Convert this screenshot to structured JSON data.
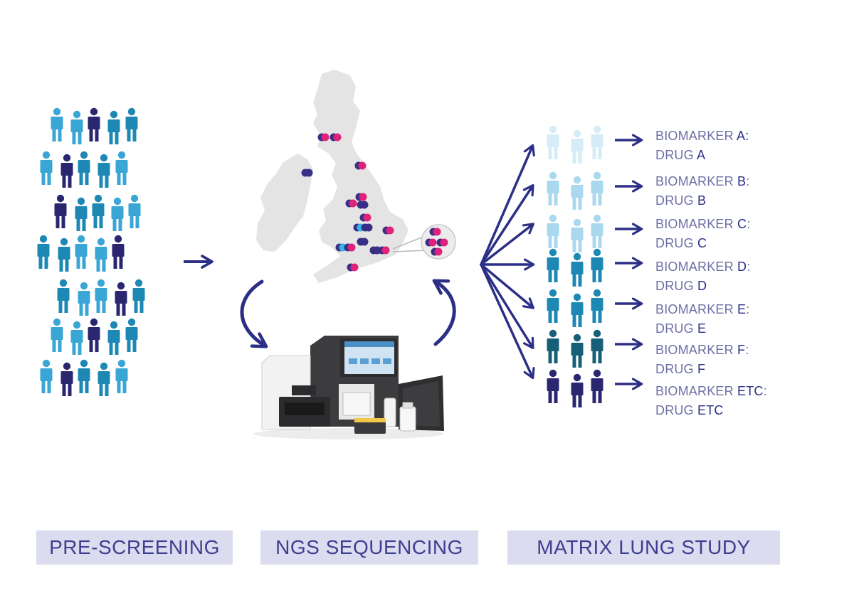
{
  "colors": {
    "navy": "#2b2f86",
    "very_light_blue": "#d6ecf7",
    "light_blue": "#a9d8ef",
    "sky_blue": "#3aa6d6",
    "teal_blue": "#1e88b4",
    "dark_teal": "#175f78",
    "dark_navy": "#2a2770",
    "map_grey": "#e4e4e4",
    "site_pink": "#e0237a",
    "site_purple": "#3a2f86",
    "site_cyan": "#35b4e8",
    "stage_bg": "#dcdcf0"
  },
  "biomarkers": [
    {
      "prefix": "BIOMARKER ",
      "letter": "A",
      "sep": ":",
      "drug_prefix": "DRUG ",
      "drug": "A",
      "person_color": "very_light_blue"
    },
    {
      "prefix": "BIOMARKER ",
      "letter": "B",
      "sep": ":",
      "drug_prefix": "DRUG ",
      "drug": "B",
      "person_color": "light_blue"
    },
    {
      "prefix": "BIOMARKER ",
      "letter": "C",
      "sep": ":",
      "drug_prefix": "DRUG ",
      "drug": "C",
      "person_color": "light_blue"
    },
    {
      "prefix": "BIOMARKER ",
      "letter": "D",
      "sep": ":",
      "drug_prefix": "DRUG ",
      "drug": "D",
      "person_color": "teal_blue"
    },
    {
      "prefix": "BIOMARKER ",
      "letter": "E",
      "sep": ":",
      "drug_prefix": "DRUG ",
      "drug": "E",
      "person_color": "teal_blue"
    },
    {
      "prefix": "BIOMARKER ",
      "letter": "F",
      "sep": ":",
      "drug_prefix": "DRUG ",
      "drug": "F",
      "person_color": "dark_teal"
    },
    {
      "prefix": "BIOMARKER ",
      "letter": "ETC",
      "sep": ":",
      "drug_prefix": "DRUG ",
      "drug": "ETC",
      "person_color": "dark_navy"
    }
  ],
  "stages": [
    {
      "label": "PRE-SCREENING"
    },
    {
      "label": "NGS SEQUENCING"
    },
    {
      "label": "MATRIX LUNG STUDY"
    }
  ],
  "icons": [
    "person-icon",
    "arrow-right-icon",
    "curved-arrow-icon",
    "uk-map-icon",
    "sequencer-machine-icon",
    "site-marker-icon"
  ]
}
